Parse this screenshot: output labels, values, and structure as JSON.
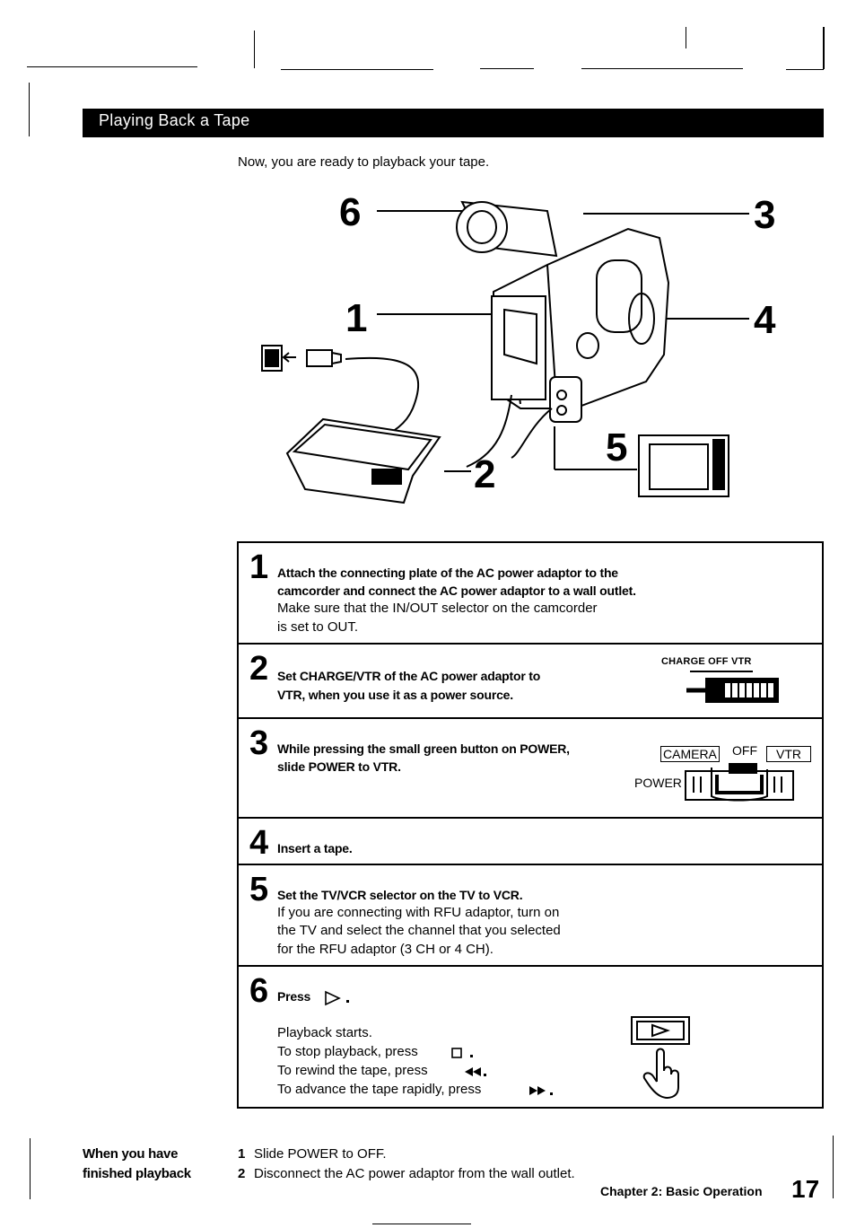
{
  "section_title": "Playing Back a Tape",
  "intro": "Now, you are ready to playback your tape.",
  "callouts": [
    "6",
    "3",
    "1",
    "4",
    "5",
    "2"
  ],
  "steps": [
    {
      "num": "1",
      "bold1": "Attach the connecting plate of the AC power adaptor to the",
      "bold2": "camcorder and connect the AC power adaptor to a wall outlet.",
      "text1": "Make sure that the IN/OUT selector on the camcorder",
      "text2": "is set to OUT."
    },
    {
      "num": "2",
      "bold1": "Set CHARGE/VTR of the AC power adaptor to",
      "bold2": "VTR, when you use it as a power source.",
      "switch_label": "CHARGE  OFF  VTR"
    },
    {
      "num": "3",
      "bold1": "While pressing the small green button on POWER,",
      "bold2": "slide POWER to VTR.",
      "switch_camera": "CAMERA",
      "switch_off": "OFF",
      "switch_vtr": "VTR",
      "switch_power": "POWER"
    },
    {
      "num": "4",
      "bold1": "Insert a tape."
    },
    {
      "num": "5",
      "bold1": "Set the TV/VCR selector on the TV to VCR.",
      "text1": "If you are connecting with RFU adaptor, turn on",
      "text2": "the TV and select the channel that you selected",
      "text3": "for the RFU adaptor (3 CH or 4 CH)."
    },
    {
      "num": "6",
      "bold1": "Press",
      "text1": "Playback starts.",
      "text2": "To stop playback, press",
      "text3": "To rewind the tape, press",
      "text4": "To advance the tape rapidly, press"
    }
  ],
  "finished": {
    "heading1": "When you have",
    "heading2": "finished playback",
    "items": [
      {
        "num": "1",
        "text": "Slide POWER to OFF."
      },
      {
        "num": "2",
        "text": "Disconnect the AC power adaptor from the wall outlet."
      }
    ]
  },
  "footer": {
    "chapter": "Chapter 2: Basic Operation",
    "page": "17"
  }
}
